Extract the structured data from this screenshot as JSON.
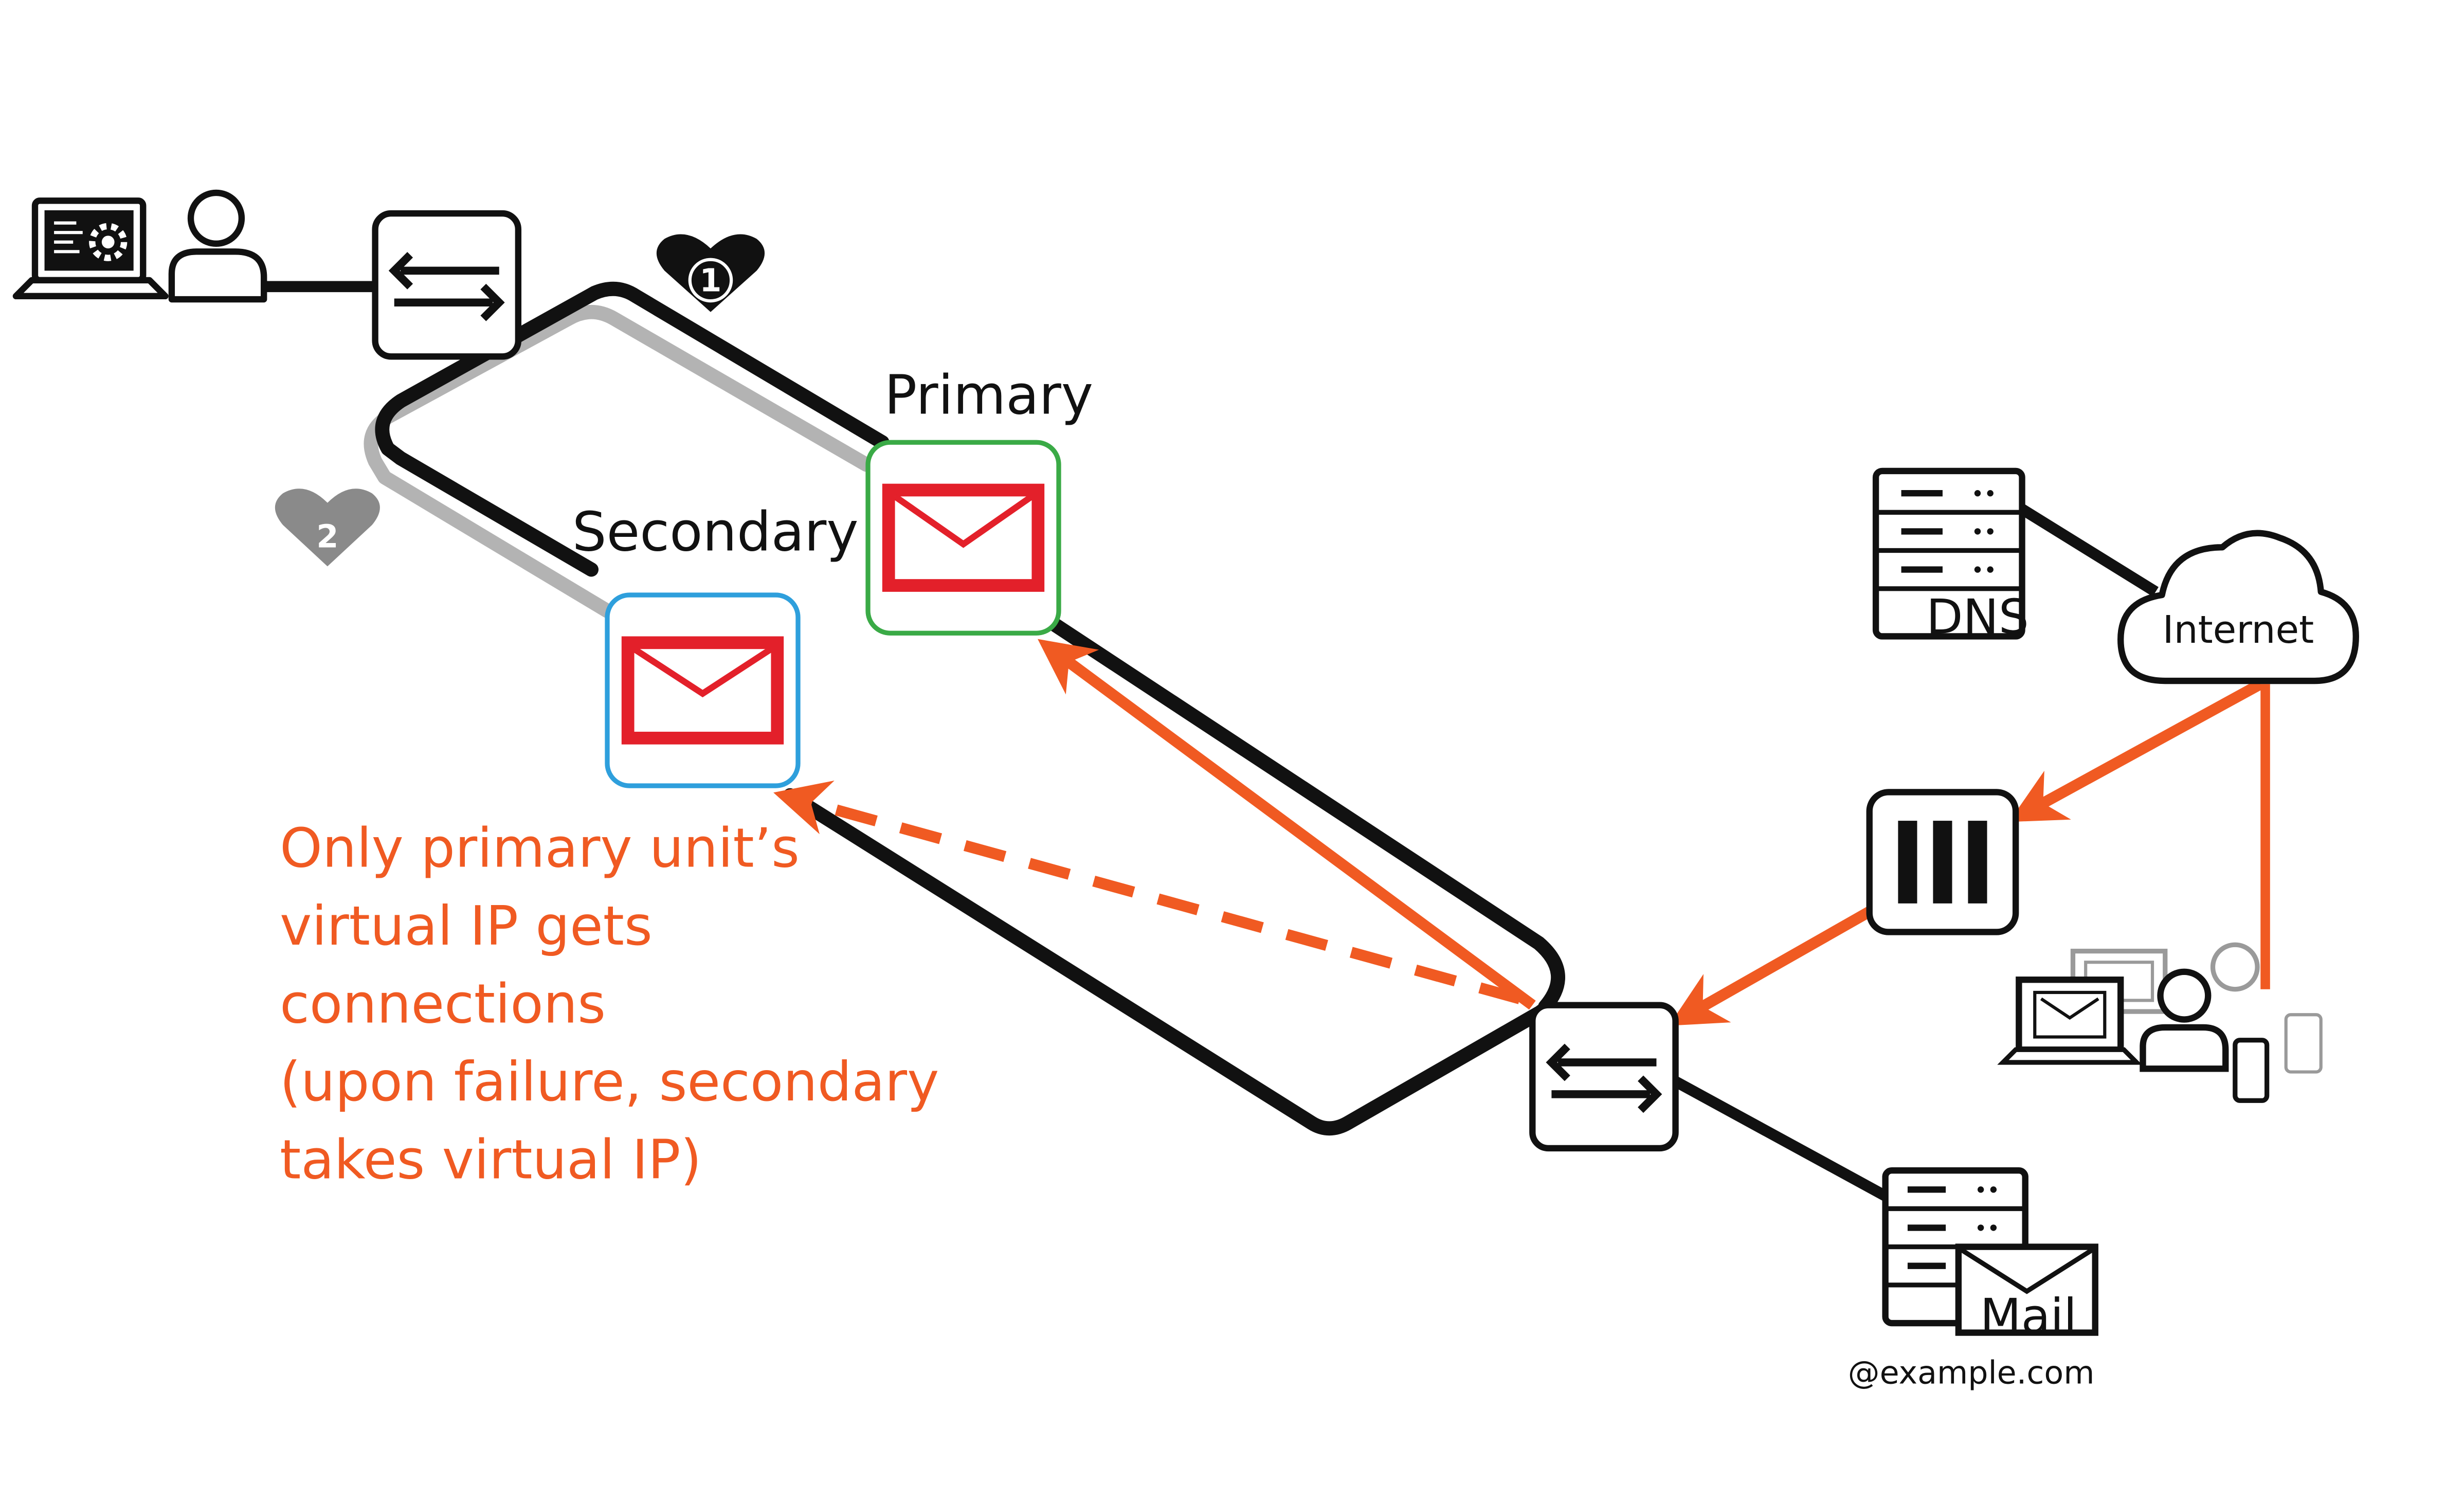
{
  "labels": {
    "primary": "Primary",
    "secondary": "Secondary",
    "dns": "DNS",
    "internet": "Internet",
    "mail": "Mail",
    "domain": "@example.com",
    "heartbeat_1": "1",
    "heartbeat_2": "2"
  },
  "note_lines": [
    "Only primary unit’s",
    "virtual IP gets",
    "connections",
    "(upon failure, secondary",
    "takes virtual IP)"
  ],
  "colors": {
    "accent_orange": "#f05a22",
    "mail_red": "#e3202a",
    "primary_border": "#3aaa46",
    "secondary_border": "#2e9fdc",
    "heartbeat_inactive": "#8a8a8a",
    "link_black": "#111111",
    "link_grey": "#b3b3b3"
  },
  "icons": {
    "admin": "laptop-settings-icon",
    "admin_user": "user-icon",
    "left_switch": "switch-icon",
    "right_switch": "switch-icon",
    "firewall": "firewall-icon",
    "dns_server": "server-icon",
    "mail_server": "mail-server-icon",
    "cloud": "cloud-icon",
    "clients": "client-devices-icon",
    "primary_unit": "envelope-icon",
    "secondary_unit": "envelope-icon"
  }
}
